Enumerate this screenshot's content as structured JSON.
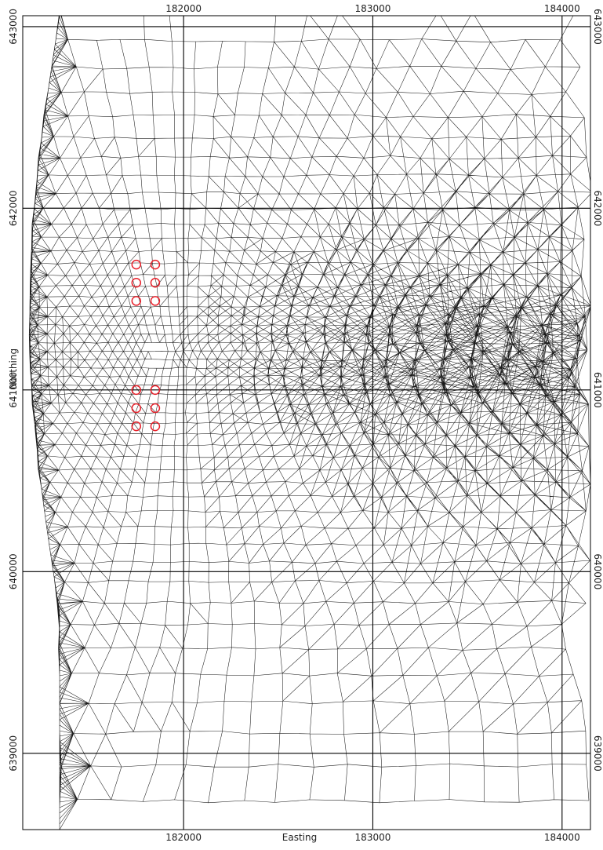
{
  "map": {
    "x_label": "Easting",
    "y_label": "Northing",
    "easting_range": [
      181150,
      184150
    ],
    "northing_range": [
      638580,
      643060
    ],
    "easting_ticks": [
      182000,
      183000,
      184000
    ],
    "northing_ticks": [
      643000,
      642000,
      641000,
      640000,
      639000
    ],
    "colors": {
      "mesh": "#1a1a1a",
      "grid": "#000000",
      "markers": "#e8202a",
      "background": "#ffffff"
    },
    "markers": [
      {
        "easting": 181750,
        "northing": 641690
      },
      {
        "easting": 181850,
        "northing": 641690
      },
      {
        "easting": 181750,
        "northing": 641590
      },
      {
        "easting": 181850,
        "northing": 641590
      },
      {
        "easting": 181750,
        "northing": 641490
      },
      {
        "easting": 181850,
        "northing": 641490
      },
      {
        "easting": 181750,
        "northing": 641000
      },
      {
        "easting": 181850,
        "northing": 641000
      },
      {
        "easting": 181750,
        "northing": 640900
      },
      {
        "easting": 181850,
        "northing": 640900
      },
      {
        "easting": 181750,
        "northing": 640800
      },
      {
        "easting": 181850,
        "northing": 640800
      }
    ]
  }
}
